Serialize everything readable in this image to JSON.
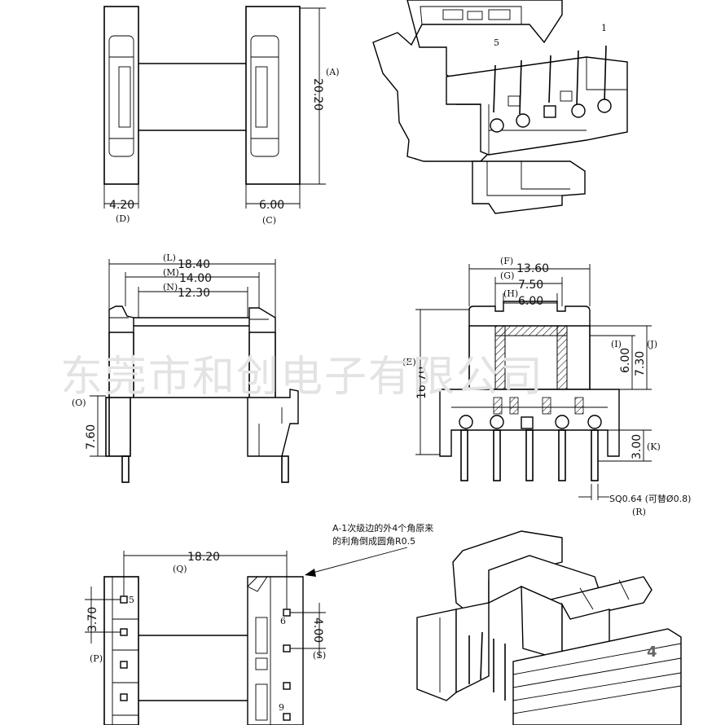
{
  "watermark": "东莞市和创电子有限公司",
  "top_view": {
    "dim_a": "20.20",
    "tag_a": "(A)",
    "dim_d": "4.20",
    "tag_d": "(D)",
    "dim_c": "6.00",
    "tag_c": "(C)"
  },
  "iso_top": {
    "pin_label_left": "5",
    "pin_label_right": "1"
  },
  "front_view": {
    "dim_l": "18.40",
    "tag_l": "(L)",
    "dim_m": "14.00",
    "tag_m": "(M)",
    "dim_n": "12.30",
    "tag_n": "(N)",
    "dim_o": "7.60",
    "tag_o": "(O)"
  },
  "section_view": {
    "dim_f": "13.60",
    "tag_f": "(F)",
    "dim_g": "7.50",
    "tag_g": "(G)",
    "dim_h": "6.00",
    "tag_h": "(H)",
    "dim_e": "16.70",
    "tag_e": "(E)",
    "dim_i": "6.00",
    "tag_i": "(I)",
    "dim_j": "7.30",
    "tag_j": "(J)",
    "dim_k": "3.00",
    "tag_k": "(K)",
    "pin_note": "SQ0.64 (可替Ø0.8)",
    "tag_r": "(R)"
  },
  "bottom_view": {
    "note_line1": "A-1次级边的外4个角原来",
    "note_line2": "的利角倒成圆角R0.5",
    "dim_q": "18.20",
    "tag_q": "(Q)",
    "dim_p": "3.70",
    "tag_p": "(P)",
    "dim_s": "4.00",
    "tag_s": "(S)",
    "pin_5": "5",
    "pin_6": "6",
    "pin_9": "9"
  },
  "iso_bottom": {
    "page_number": "4"
  }
}
